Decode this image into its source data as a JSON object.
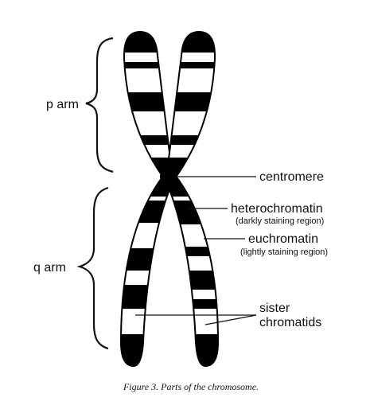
{
  "diagram": {
    "labels": {
      "p_arm": "p arm",
      "q_arm": "q arm",
      "centromere": "centromere",
      "heterochromatin": "heterochromatin",
      "heterochromatin_note": "(darkly staining region)",
      "euchromatin": "euchromatin",
      "euchromatin_note": "(lightly staining region)",
      "sister": "sister",
      "chromatids": "chromatids"
    },
    "caption": "Figure 3. Parts of the chromosome."
  },
  "colors": {
    "band_dark": "#000000",
    "band_light": "#ffffff",
    "line": "#111111"
  }
}
